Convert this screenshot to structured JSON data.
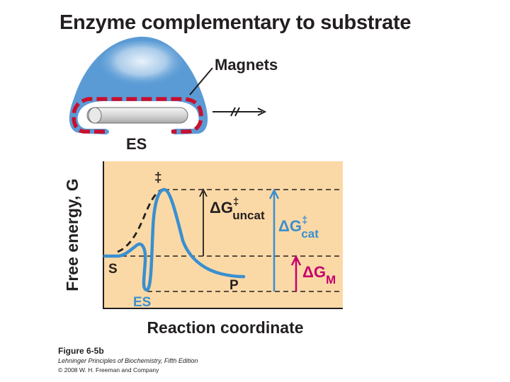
{
  "title": "Enzyme complementary to substrate",
  "illustration": {
    "magnets_label": "Magnets",
    "complex_label": "ES",
    "colors": {
      "enzyme": "#5b9bd5",
      "magnet_dashes": "#c8102e",
      "substrate": "#d9d9d9",
      "arrow": "#231f20"
    }
  },
  "energy_diagram": {
    "y_axis_label": "Free energy, G",
    "x_axis_label": "Reaction coordinate",
    "transition_state_label": "‡",
    "substrate_label": "S",
    "complex_label": "ES",
    "product_label": "P",
    "delta_g_uncat": {
      "main": "ΔG",
      "sup": "‡",
      "sub": "uncat"
    },
    "delta_g_cat": {
      "main": "ΔG",
      "sup": "‡",
      "sub": "cat"
    },
    "delta_g_m": {
      "main": "ΔG",
      "sub": "M"
    },
    "colors": {
      "background": "#fbd9a6",
      "catalyzed_curve": "#3a8fd0",
      "uncatalyzed_curve": "#231f20",
      "delta_g_cat_arrow": "#3a8fd0",
      "delta_g_m_arrow": "#c4006e"
    }
  },
  "caption": {
    "figure": "Figure 6-5b",
    "book": "Lehninger Principles of Biochemistry, Fifth Edition",
    "copyright": "© 2008 W. H. Freeman and Company"
  }
}
